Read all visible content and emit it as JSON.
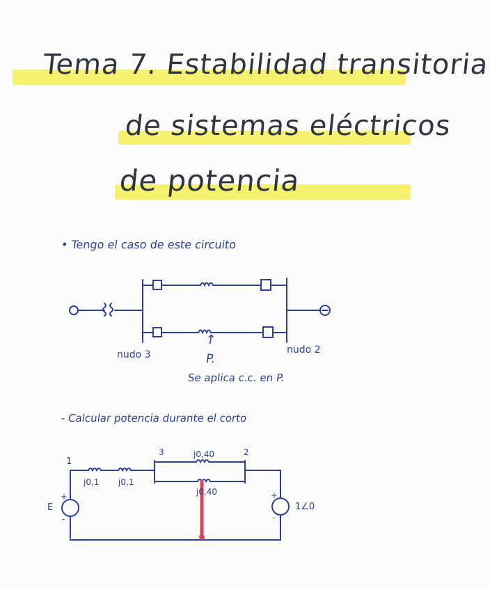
{
  "title": {
    "line1": "Tema 7. Estabilidad transitoria",
    "line2": "de sistemas eléctricos",
    "line3": "de potencia"
  },
  "notes": {
    "bullet": "• Tengo el caso de este circuito",
    "nudo3": "nudo 3",
    "nudo2": "nudo 2",
    "p": "P.",
    "arrow": "↑",
    "aplica": "Se aplica c.c. en P.",
    "calcular": "- Calcular potencia durante el corto"
  },
  "circuit2": {
    "node1": "1",
    "node3": "3",
    "node2": "2",
    "x1": "j0,1",
    "x2": "j0,1",
    "x_top": "j0,40",
    "x_bottom": "j0,40",
    "source_e": "E",
    "source_v": "1∠0",
    "plus": "+",
    "minus": "-"
  },
  "colors": {
    "ink": "#2d3f9a",
    "title_ink": "#2f3640",
    "highlight": "#f6ef5a",
    "fault": "#e0425a"
  }
}
